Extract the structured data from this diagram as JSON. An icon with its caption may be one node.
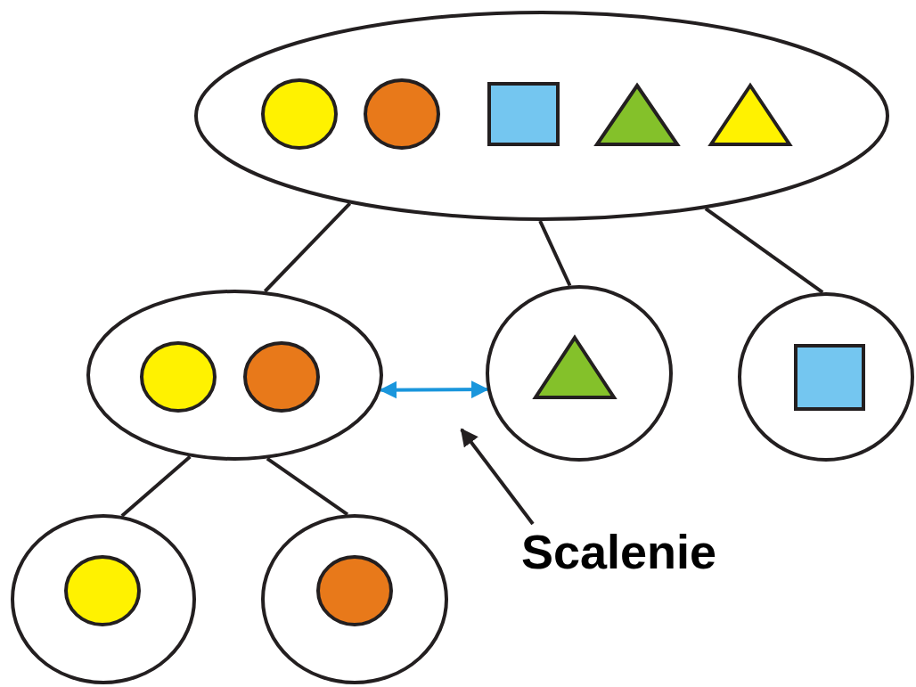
{
  "diagram": {
    "nodes": [
      {
        "text": [],
        "shape": "ellipse"
      },
      {
        "text": [],
        "shape": "circle",
        "in": 0
      },
      {
        "text": [],
        "shape": "circle",
        "in": 0
      },
      {
        "text": [],
        "shape": "box",
        "in": 0
      },
      {
        "text": [],
        "shape": "triangle",
        "in": 0
      },
      {
        "text": [],
        "shape": "triangle",
        "in": 0
      },
      {
        "text": [],
        "shape": "ellipse"
      },
      {
        "text": [],
        "shape": "circle",
        "in": 6
      },
      {
        "text": [],
        "shape": "circle",
        "in": 6
      },
      {
        "text": [],
        "shape": "circle"
      },
      {
        "text": [],
        "shape": "triangle",
        "in": 9
      },
      {
        "text": [],
        "shape": "circle"
      },
      {
        "text": [],
        "shape": "box",
        "in": 11
      },
      {
        "text": [],
        "shape": "circle"
      },
      {
        "text": [],
        "shape": "circle",
        "in": 13
      },
      {
        "text": [],
        "shape": "circle"
      },
      {
        "text": [],
        "shape": "circle",
        "in": 15
      },
      {
        "text": [
          "Scalenie"
        ]
      }
    ],
    "edges": [
      {
        "from": 0,
        "to": 6,
        "arrow": "none"
      },
      {
        "from": 0,
        "to": 9,
        "arrow": "none"
      },
      {
        "from": 0,
        "to": 11,
        "arrow": "none"
      },
      {
        "from": 6,
        "to": 13,
        "arrow": "none"
      },
      {
        "from": 6,
        "to": 15,
        "arrow": "none"
      },
      {
        "from": 6,
        "to": 9,
        "arrow": "both",
        "color": "#1a96dc"
      },
      {
        "from": 17,
        "to": null,
        "arrow": "to"
      }
    ]
  }
}
